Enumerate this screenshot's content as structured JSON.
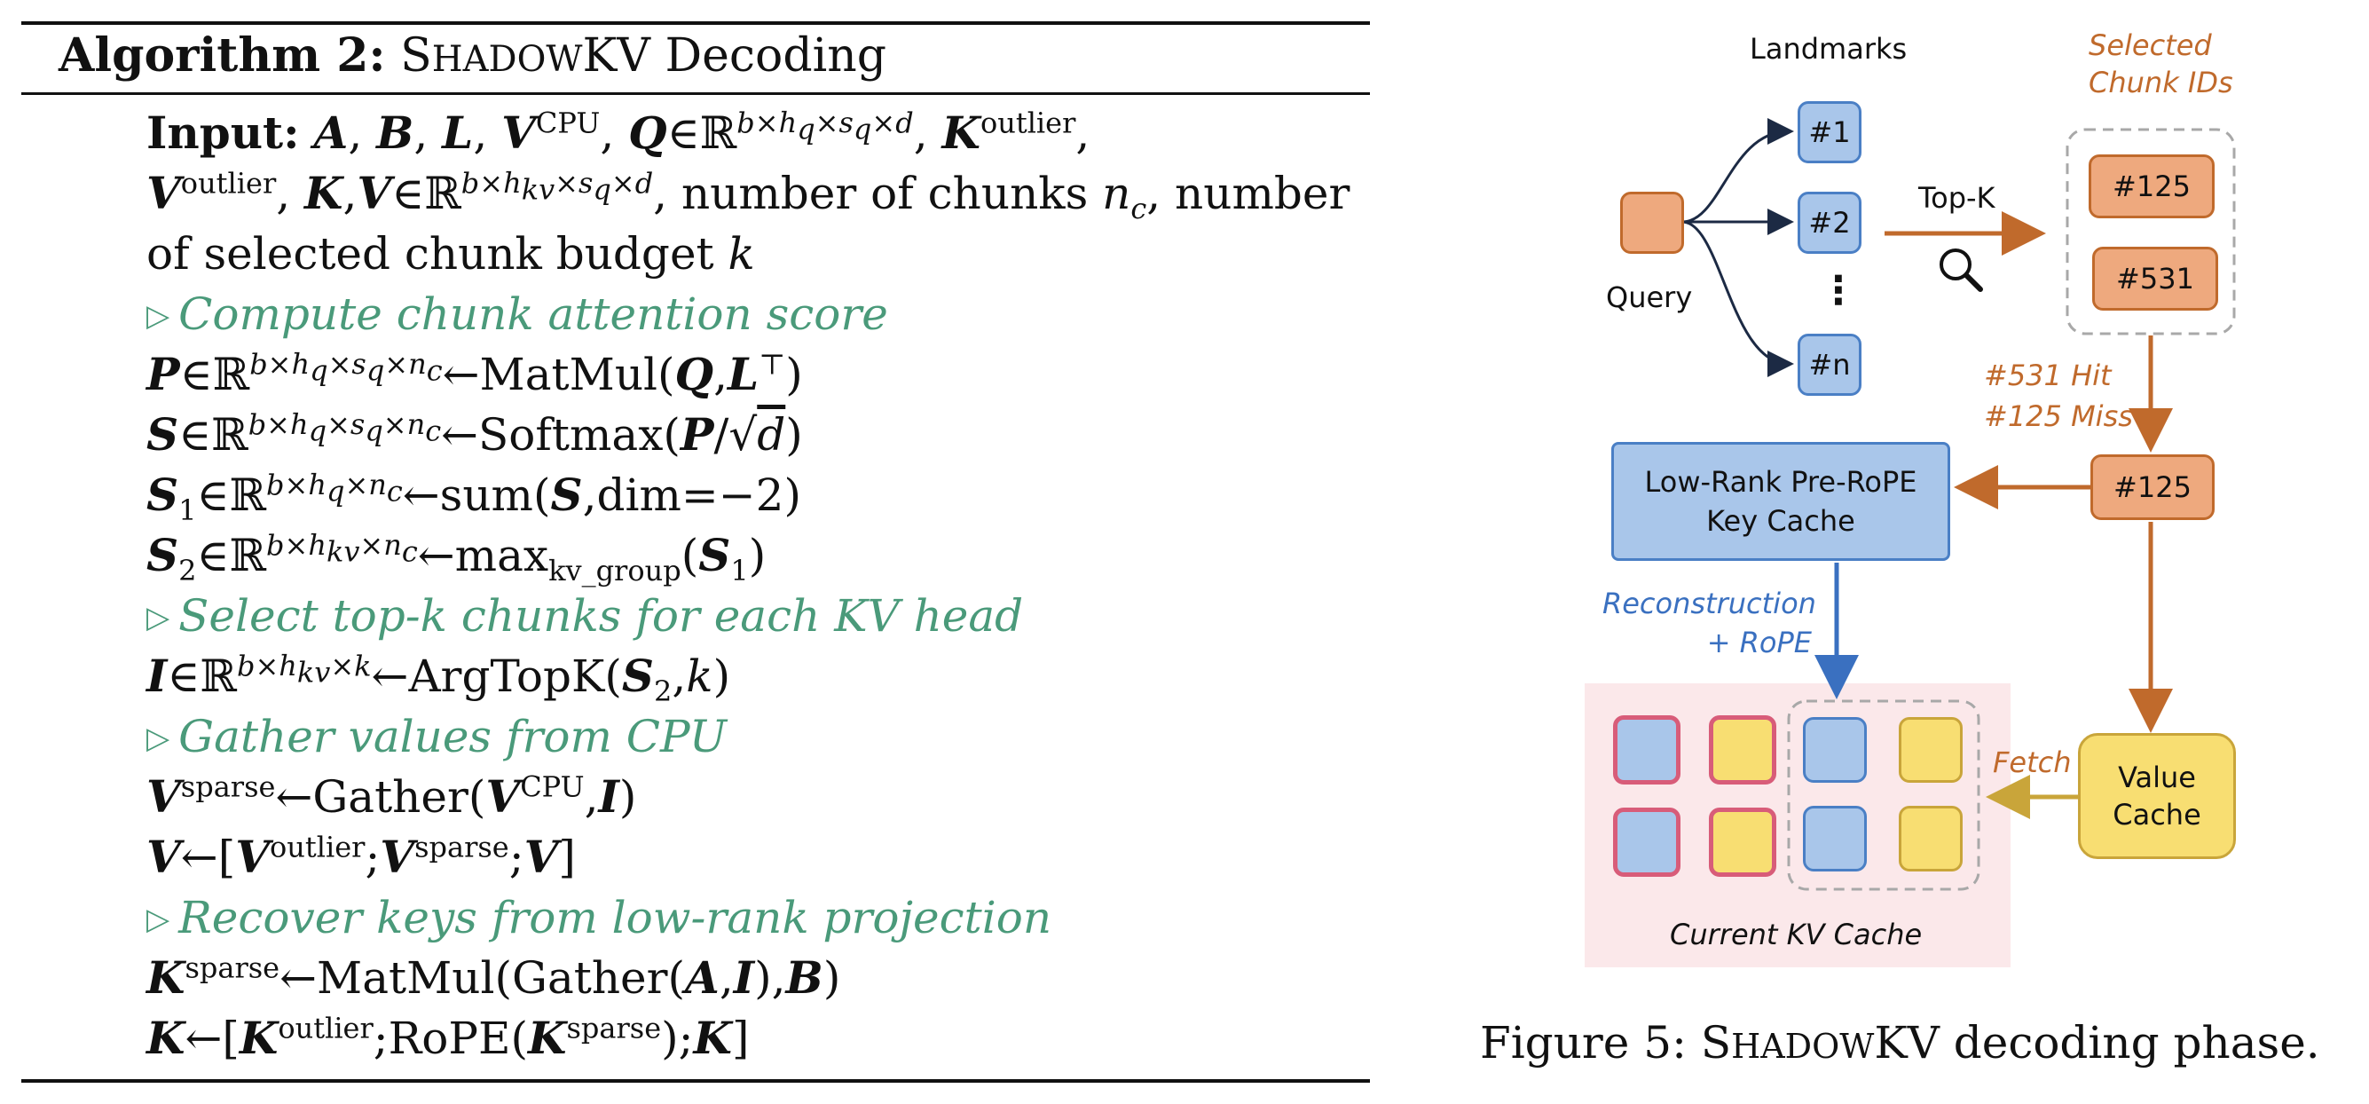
{
  "algorithm": {
    "label": "Algorithm 2:",
    "name_s": "S",
    "name_hadow": "HADOW",
    "name_kv": "KV",
    "name_rest": " Decoding",
    "input_label": "Input:",
    "text_chunks": ", number of chunks ",
    "text_number": ", number",
    "text_budget": "of selected chunk budget ",
    "comments": [
      "Compute chunk attention score",
      "Select top-k chunks for each KV head",
      "Gather values from CPU",
      "Recover keys from low-rank projection"
    ]
  },
  "figure": {
    "landmarks_label": "Landmarks",
    "selected_label": [
      "Selected",
      "Chunk IDs"
    ],
    "query_label": "Query",
    "landmarks": [
      "#1",
      "#2",
      "#n"
    ],
    "dots": "⋮",
    "topk_label": "Top-K",
    "selected_chunks": [
      "#125",
      "#531"
    ],
    "hit_label": "#531 Hit",
    "miss_label": "#125 Miss",
    "miss_chunk": "#125",
    "key_cache": [
      "Low-Rank Pre-RoPE",
      "Key Cache"
    ],
    "reconstruction": [
      "Reconstruction",
      "+ RoPE"
    ],
    "fetch_label": "Fetch",
    "value_cache": [
      "Value",
      "Cache"
    ],
    "current_cache_label": "Current KV Cache",
    "colors": {
      "orange": "#c06a2c",
      "blue": "#3a70c0",
      "gold": "#c9a53a",
      "comment_green": "#4a9a7a",
      "pink_bg": "#fbe8ea"
    }
  },
  "caption": {
    "prefix": "Figure 5: ",
    "s": "S",
    "hadow": "HADOW",
    "kv": "KV",
    "rest": " decoding phase."
  }
}
